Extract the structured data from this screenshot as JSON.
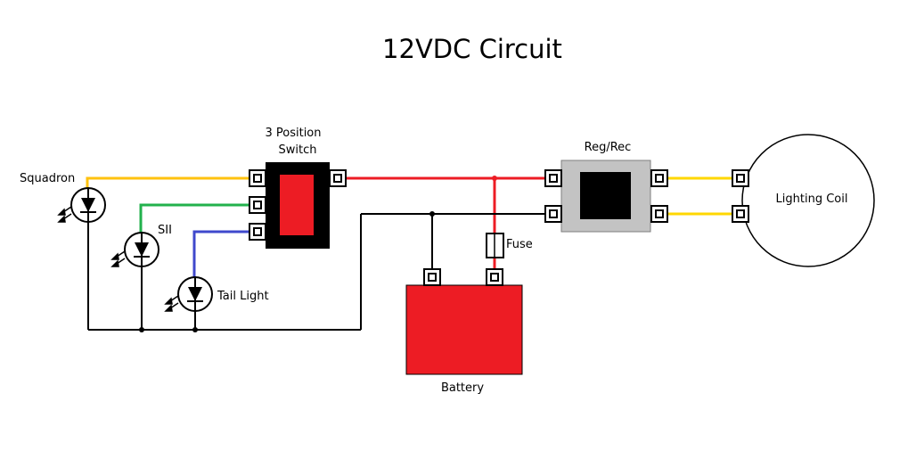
{
  "title": "12VDC Circuit",
  "labels": {
    "switch_line1": "3 Position",
    "switch_line2": "Switch",
    "regrec": "Reg/Rec",
    "lighting_coil": "Lighting Coil",
    "squadron": "Squadron",
    "sii": "SII",
    "tail_light": "Tail Light",
    "fuse": "Fuse",
    "battery": "Battery"
  },
  "colors": {
    "red_wire": "#ed1c24",
    "yellow_wire": "#ffd700",
    "green_wire": "#22b14c",
    "blue_wire": "#3f48cc",
    "ground_wire": "#000000",
    "battery_fill": "#ed1c24",
    "switch_body": "#000000",
    "switch_rocker": "#ed1c24",
    "regrec_body": "#c3c3c3",
    "regrec_core": "#000000"
  }
}
